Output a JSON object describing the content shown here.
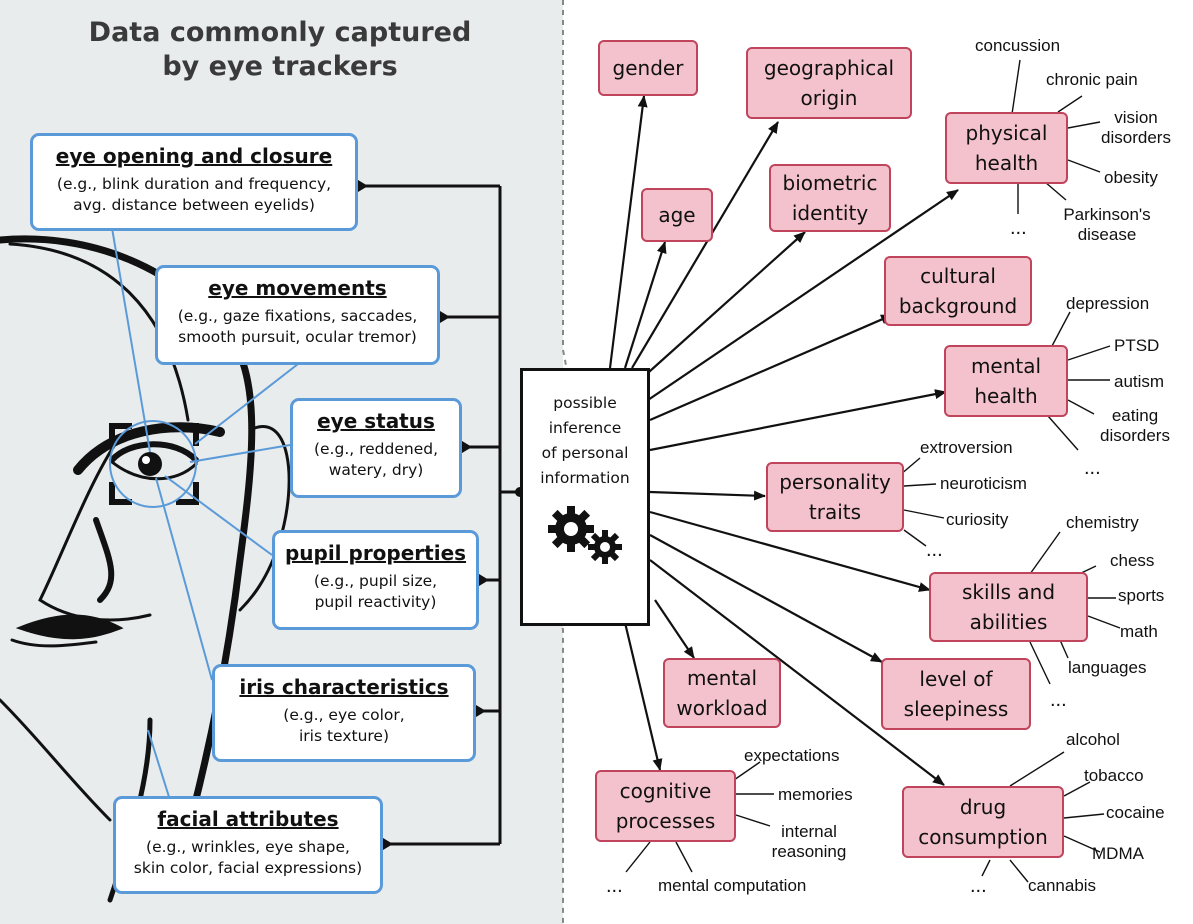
{
  "title": [
    "Data commonly captured",
    "by eye trackers"
  ],
  "sources": [
    {
      "heading": "eye opening and closure",
      "detail": [
        "(e.g., blink duration and frequency,",
        "avg. distance between eyelids)"
      ]
    },
    {
      "heading": "eye movements",
      "detail": [
        "(e.g., gaze fixations, saccades,",
        "smooth pursuit, ocular tremor)"
      ]
    },
    {
      "heading": "eye status",
      "detail": [
        "(e.g., reddened,",
        "watery, dry)"
      ]
    },
    {
      "heading": "pupil properties",
      "detail": [
        "(e.g., pupil size,",
        "pupil reactivity)"
      ]
    },
    {
      "heading": "iris characteristics",
      "detail": [
        "(e.g., eye color,",
        "iris texture)"
      ]
    },
    {
      "heading": "facial attributes",
      "detail": [
        "(e.g., wrinkles, eye shape,",
        "skin color, facial expressions)"
      ]
    }
  ],
  "center": {
    "lines": [
      "possible",
      "inference",
      "of personal",
      "information"
    ],
    "icon": "gears-icon"
  },
  "categories": {
    "gender": [
      "gender"
    ],
    "geographical_origin": [
      "geographical",
      "origin"
    ],
    "age": [
      "age"
    ],
    "biometric_identity": [
      "biometric",
      "identity"
    ],
    "physical_health": [
      "physical",
      "health"
    ],
    "cultural_background": [
      "cultural",
      "background"
    ],
    "mental_health": [
      "mental",
      "health"
    ],
    "personality_traits": [
      "personality",
      "traits"
    ],
    "skills_and_abilities": [
      "skills and",
      "abilities"
    ],
    "level_of_sleepiness": [
      "level of",
      "sleepiness"
    ],
    "mental_workload": [
      "mental",
      "workload"
    ],
    "cognitive_processes": [
      "cognitive",
      "processes"
    ],
    "drug_consumption": [
      "drug",
      "consumption"
    ]
  },
  "examples": {
    "physical_health": [
      "concussion",
      "chronic pain",
      "vision disorders",
      "obesity",
      "Parkinson's disease",
      "..."
    ],
    "mental_health": [
      "depression",
      "PTSD",
      "autism",
      "eating disorders",
      "..."
    ],
    "personality_traits": [
      "extroversion",
      "neuroticism",
      "curiosity",
      "..."
    ],
    "skills_and_abilities": [
      "chemistry",
      "chess",
      "sports",
      "math",
      "languages",
      "..."
    ],
    "cognitive_processes": [
      "expectations",
      "memories",
      "internal reasoning",
      "mental computation",
      "..."
    ],
    "drug_consumption": [
      "alcohol",
      "tobacco",
      "cocaine",
      "MDMA",
      "cannabis",
      "..."
    ]
  }
}
